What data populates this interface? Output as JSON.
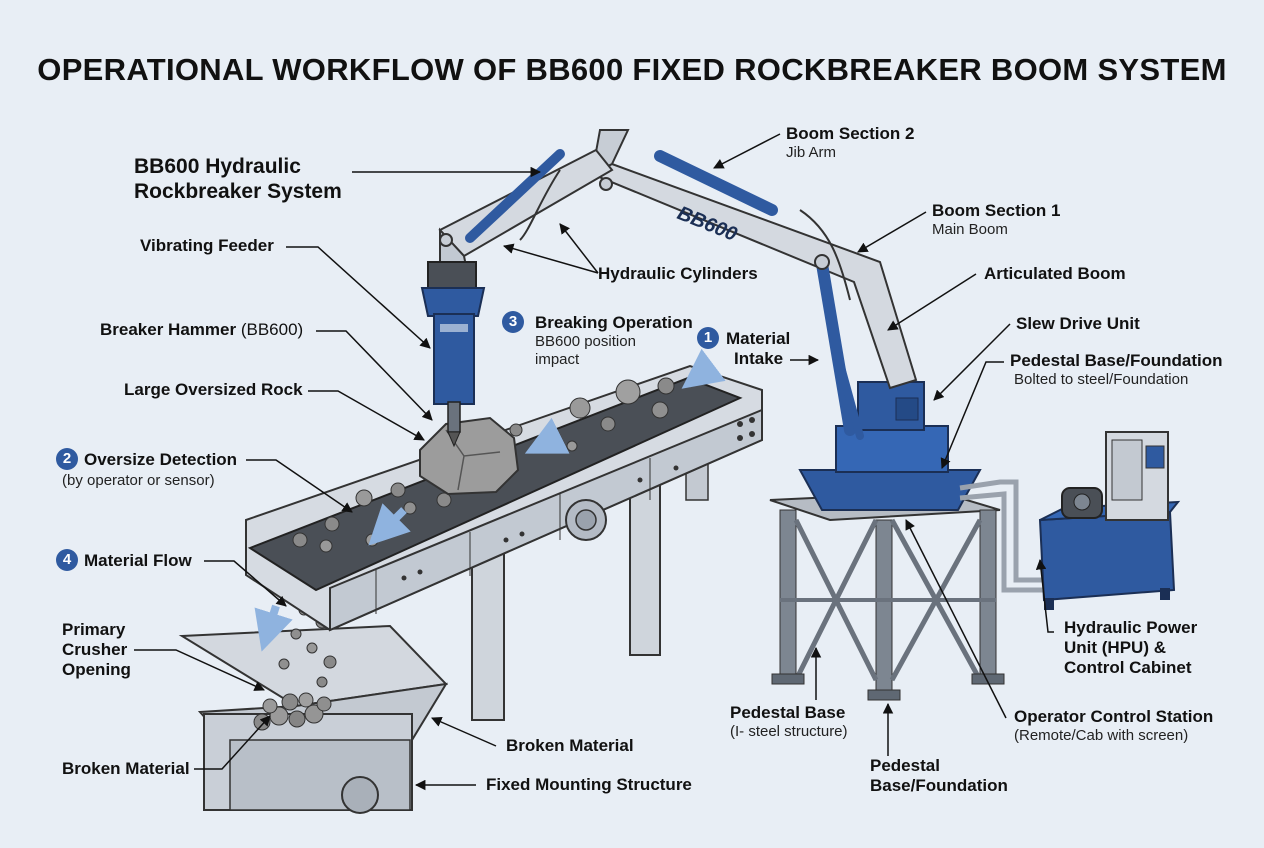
{
  "title": "OPERATIONAL WORKFLOW OF BB600 FIXED ROCKBREAKER BOOM SYSTEM",
  "boom_brand": "BB600",
  "colors": {
    "blue": "#2f5aa0",
    "steel": "#c9d0d8",
    "dark_steel": "#7d8691",
    "rock": "#8a8a8a",
    "belt": "#4a4f56"
  },
  "labels": {
    "system_line1": "BB600 Hydraulic",
    "system_line2": "Rockbreaker System",
    "vibrating_feeder": "Vibrating Feeder",
    "breaker_hammer": "Breaker Hammer",
    "breaker_hammer_model": "(BB600)",
    "large_rock": "Large Oversized Rock",
    "oversize_detection": "Oversize Detection",
    "oversize_detection_sub": "(by operator or sensor)",
    "material_flow": "Material Flow",
    "primary_crusher_1": "Primary",
    "primary_crusher_2": "Crusher",
    "primary_crusher_3": "Opening",
    "broken_material_left": "Broken Material",
    "broken_material_center": "Broken Material",
    "fixed_mounting": "Fixed Mounting Structure",
    "breaking_operation": "Breaking Operation",
    "breaking_operation_sub1": "BB600 position",
    "breaking_operation_sub2": "impact",
    "material_intake_1": "Material",
    "material_intake_2": "Intake",
    "hydraulic_cylinders": "Hydraulic Cylinders",
    "boom_section_2": "Boom Section 2",
    "jib_arm": "Jib Arm",
    "boom_section_1": "Boom Section 1",
    "main_boom": "Main Boom",
    "articulated_boom": "Articulated Boom",
    "slew_drive": "Slew Drive Unit",
    "pedestal_foundation_right": "Pedestal Base/Foundation",
    "pedestal_foundation_right_sub": "Bolted to steel/Foundation",
    "hpu_1": "Hydraulic Power",
    "hpu_2": "Unit (HPU) &",
    "hpu_3": "Control Cabinet",
    "operator_station": "Operator Control Station",
    "operator_station_sub": "(Remote/Cab with screen)",
    "pedestal_base": "Pedestal Base",
    "pedestal_base_sub": "(I- steel structure)",
    "pedestal_foundation_bottom_1": "Pedestal",
    "pedestal_foundation_bottom_2": "Base/Foundation"
  },
  "steps": {
    "s1": "1",
    "s2": "2",
    "s3": "3",
    "s4": "4"
  }
}
